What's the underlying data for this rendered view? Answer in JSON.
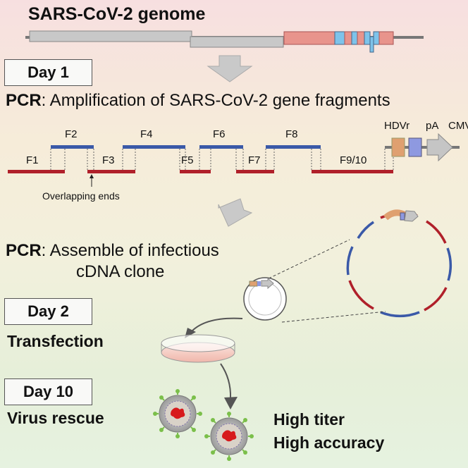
{
  "title": "SARS-CoV-2 genome",
  "day1": {
    "label": "Day 1"
  },
  "step1": {
    "prefix": "PCR",
    "text": ": Amplification of SARS-CoV-2 gene fragments"
  },
  "fragments": {
    "top": [
      "F2",
      "F4",
      "F6",
      "F8"
    ],
    "bottom": [
      "F1",
      "F3",
      "F5",
      "F7",
      "F9/10"
    ]
  },
  "elements": [
    "HDVr",
    "pA",
    "CMV"
  ],
  "overlap_note": "Overlapping ends",
  "step2": {
    "prefix": "PCR",
    "line1": ": Assemble of infectious",
    "line2": "cDNA clone"
  },
  "day2": {
    "label": "Day 2"
  },
  "transfection": "Transfection",
  "day10": {
    "label": "Day 10"
  },
  "rescue": "Virus rescue",
  "result": {
    "line1": "High titer",
    "line2": "High accuracy"
  },
  "colors": {
    "red": "#b0202a",
    "blue": "#3a59a8",
    "genome_pink": "#e8948c",
    "genome_blue": "#7ec3ea",
    "gray": "#c8c8c8",
    "hdvr": "#dfa070",
    "pa": "#8e99e0"
  }
}
